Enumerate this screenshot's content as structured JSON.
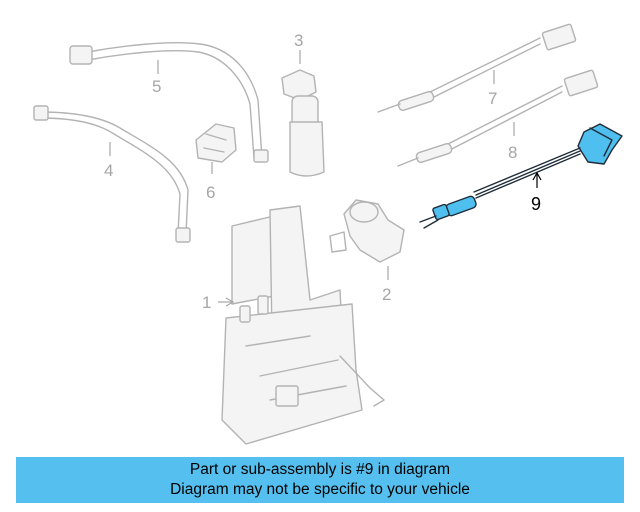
{
  "callouts": [
    {
      "id": "1",
      "label": "1"
    },
    {
      "id": "2",
      "label": "2"
    },
    {
      "id": "3",
      "label": "3"
    },
    {
      "id": "4",
      "label": "4"
    },
    {
      "id": "5",
      "label": "5"
    },
    {
      "id": "6",
      "label": "6"
    },
    {
      "id": "7",
      "label": "7"
    },
    {
      "id": "8",
      "label": "8"
    },
    {
      "id": "9",
      "label": "9"
    }
  ],
  "highlighted_part": "9",
  "colors": {
    "banner": "#55c0ef",
    "highlight_fill": "#4fbfef",
    "ghost_line": "#b3b3b3"
  },
  "banner": {
    "line1": "Part or sub-assembly is #9 in diagram",
    "line2": "Diagram may not be specific to your vehicle"
  }
}
